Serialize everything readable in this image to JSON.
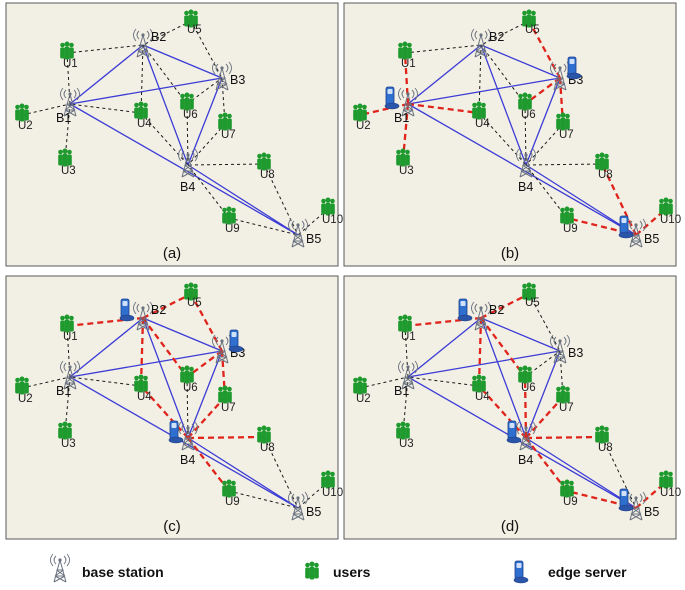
{
  "legend": {
    "base_station": "base station",
    "users": "users",
    "edge_server": "edge server"
  },
  "colors": {
    "user_green": "#1e9a2e",
    "base_link_blue": "#3b3bd6",
    "association_red": "#e0241c",
    "server_blue": "#2f6fd0"
  },
  "panels": [
    {
      "caption": "(a)",
      "servers": [],
      "red_links": []
    },
    {
      "caption": "(b)",
      "servers": [
        "B1",
        "B3",
        "B5"
      ],
      "red_links": [
        [
          "B1",
          "U1"
        ],
        [
          "B1",
          "U2"
        ],
        [
          "B1",
          "U3"
        ],
        [
          "B1",
          "U4"
        ],
        [
          "B3",
          "U5"
        ],
        [
          "B3",
          "U6"
        ],
        [
          "B3",
          "U7"
        ],
        [
          "B5",
          "U8"
        ],
        [
          "B5",
          "U9"
        ],
        [
          "B5",
          "U10"
        ]
      ]
    },
    {
      "caption": "(c)",
      "servers": [
        "B2",
        "B3",
        "B4"
      ],
      "red_links": [
        [
          "B2",
          "U1"
        ],
        [
          "B2",
          "U5"
        ],
        [
          "B2",
          "U4"
        ],
        [
          "B2",
          "U6"
        ],
        [
          "B3",
          "U5"
        ],
        [
          "B3",
          "U6"
        ],
        [
          "B3",
          "U7"
        ],
        [
          "B4",
          "U4"
        ],
        [
          "B4",
          "U7"
        ],
        [
          "B4",
          "U8"
        ],
        [
          "B4",
          "U9"
        ]
      ]
    },
    {
      "caption": "(d)",
      "servers": [
        "B2",
        "B4",
        "B5"
      ],
      "red_links": [
        [
          "B2",
          "U1"
        ],
        [
          "B2",
          "U5"
        ],
        [
          "B2",
          "U4"
        ],
        [
          "B2",
          "U6"
        ],
        [
          "B4",
          "U4"
        ],
        [
          "B4",
          "U6"
        ],
        [
          "B4",
          "U7"
        ],
        [
          "B4",
          "U8"
        ],
        [
          "B4",
          "U9"
        ],
        [
          "B5",
          "U9"
        ],
        [
          "B5",
          "U10"
        ]
      ]
    }
  ],
  "base_stations": [
    "B1",
    "B2",
    "B3",
    "B4",
    "B5"
  ],
  "users": [
    "U1",
    "U2",
    "U3",
    "U4",
    "U5",
    "U6",
    "U7",
    "U8",
    "U9",
    "U10"
  ],
  "base_links": [
    [
      "B1",
      "B2"
    ],
    [
      "B1",
      "B3"
    ],
    [
      "B2",
      "B3"
    ],
    [
      "B1",
      "B5"
    ],
    [
      "B2",
      "B4"
    ],
    [
      "B3",
      "B4"
    ],
    [
      "B4",
      "B5"
    ]
  ],
  "user_links": [
    [
      "U1",
      "B2"
    ],
    [
      "U1",
      "B1"
    ],
    [
      "U2",
      "B1"
    ],
    [
      "U3",
      "B1"
    ],
    [
      "U4",
      "B1"
    ],
    [
      "U4",
      "B2"
    ],
    [
      "U4",
      "B4"
    ],
    [
      "U5",
      "B2"
    ],
    [
      "U5",
      "B3"
    ],
    [
      "U6",
      "B2"
    ],
    [
      "U6",
      "B3"
    ],
    [
      "U6",
      "B4"
    ],
    [
      "U7",
      "B3"
    ],
    [
      "U7",
      "B4"
    ],
    [
      "U8",
      "B4"
    ],
    [
      "U8",
      "B5"
    ],
    [
      "U9",
      "B4"
    ],
    [
      "U9",
      "B5"
    ],
    [
      "U10",
      "B5"
    ]
  ]
}
